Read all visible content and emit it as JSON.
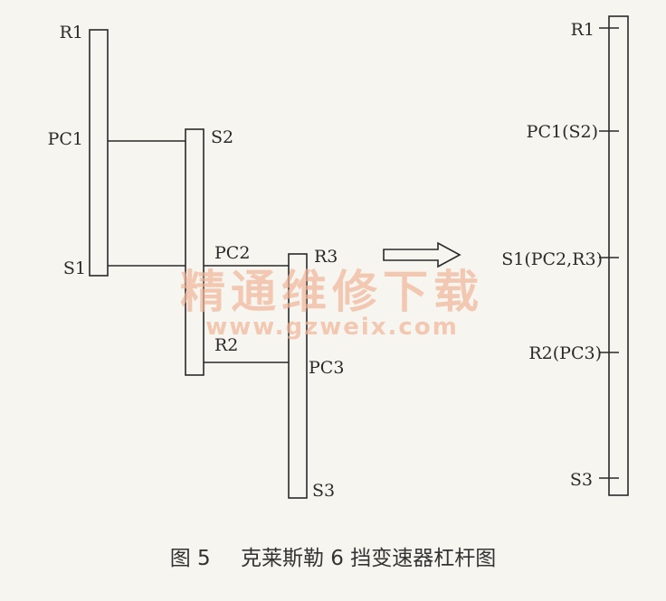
{
  "left_diagram": {
    "labels": {
      "r1": "R1",
      "pc1": "PC1",
      "s1": "S1",
      "s2": "S2",
      "pc2": "PC2",
      "r2": "R2",
      "r3": "R3",
      "pc3": "PC3",
      "s3": "S3"
    }
  },
  "right_diagram": {
    "labels": {
      "r1": "R1",
      "pc1_s2": "PC1(S2)",
      "s1_pc2_r3": "S1(PC2,R3)",
      "r2_pc3": "R2(PC3)",
      "s3": "S3"
    }
  },
  "watermark": {
    "text_cn": "精通维修下载",
    "url": "www.gzweix.com"
  },
  "caption": {
    "figure_number": "图 5",
    "title": "克莱斯勒 6 挡变速器杠杆图"
  },
  "colors": {
    "line": "#2a2a2a",
    "background": "#f7f5ef",
    "watermark": "#f0b59a"
  }
}
